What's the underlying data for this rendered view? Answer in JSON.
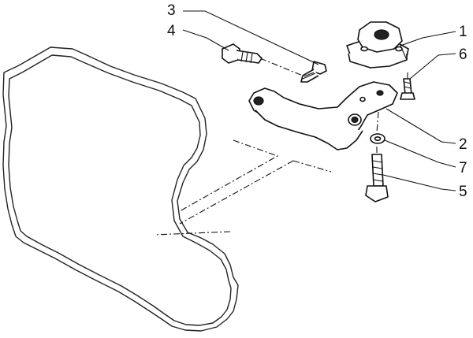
{
  "callouts": [
    {
      "id": "3",
      "label": "3"
    },
    {
      "id": "4",
      "label": "4"
    },
    {
      "id": "1",
      "label": "1"
    },
    {
      "id": "6",
      "label": "6"
    },
    {
      "id": "2",
      "label": "2"
    },
    {
      "id": "7",
      "label": "7"
    },
    {
      "id": "5",
      "label": "5"
    }
  ]
}
